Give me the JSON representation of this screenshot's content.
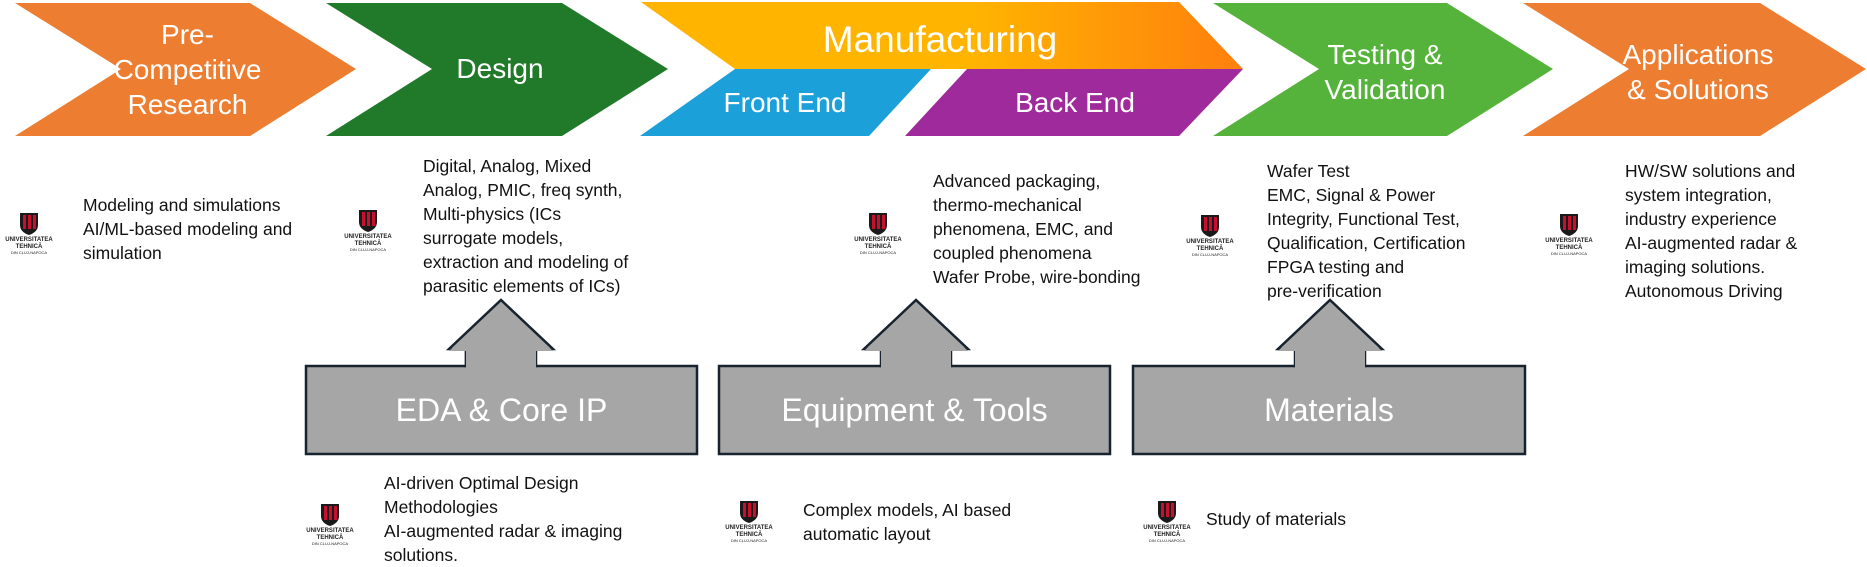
{
  "colors": {
    "research": "#ED7D31",
    "design": "#217A2A",
    "manufacturing_start": "#FFB400",
    "manufacturing_end": "#FF7F0E",
    "front_end": "#1BA0DA",
    "back_end": "#9E2A9C",
    "testing": "#55B33B",
    "applications": "#ED7D31",
    "box_fill": "#A6A6A6",
    "box_stroke": "#17232F",
    "logo_red": "#C8102E"
  },
  "stages": [
    {
      "label": "Pre-\nCompetitive\nResearch"
    },
    {
      "label": "Design"
    },
    {
      "label": "Manufacturing",
      "front_end": "Front End",
      "back_end": "Back End"
    },
    {
      "label": "Testing &\nValidation"
    },
    {
      "label": "Applications\n& Solutions"
    }
  ],
  "stage_descriptions": [
    "Modeling and simulations\nAI/ML-based modeling and\nsimulation",
    "Digital, Analog, Mixed\nAnalog, PMIC, freq synth,\nMulti-physics (ICs\nsurrogate models,\nextraction and modeling of\nparasitic elements of ICs)",
    "Advanced packaging,\nthermo-mechanical\nphenomena, EMC, and\ncoupled phenomena\nWafer Probe, wire-bonding",
    "Wafer Test\nEMC, Signal & Power\nIntegrity, Functional Test,\nQualification,  Certification\nFPGA testing and\npre-verification",
    "HW/SW solutions and\nsystem integration,\nindustry experience\nAI-augmented radar &\nimaging solutions.\nAutonomous Driving"
  ],
  "enablers": [
    {
      "label": "EDA & Core IP",
      "description": "AI-driven Optimal Design\nMethodologies\nAI-augmented radar &  imaging\nsolutions."
    },
    {
      "label": "Equipment & Tools",
      "description": "Complex models, AI based\nautomatic layout"
    },
    {
      "label": "Materials",
      "description": "Study of materials"
    }
  ],
  "logo": {
    "icon": "university-crest-icon",
    "line1": "UNIVERSITATEA",
    "line2": "TEHNICĂ",
    "line3": "DIN CLUJ-NAPOCA"
  }
}
